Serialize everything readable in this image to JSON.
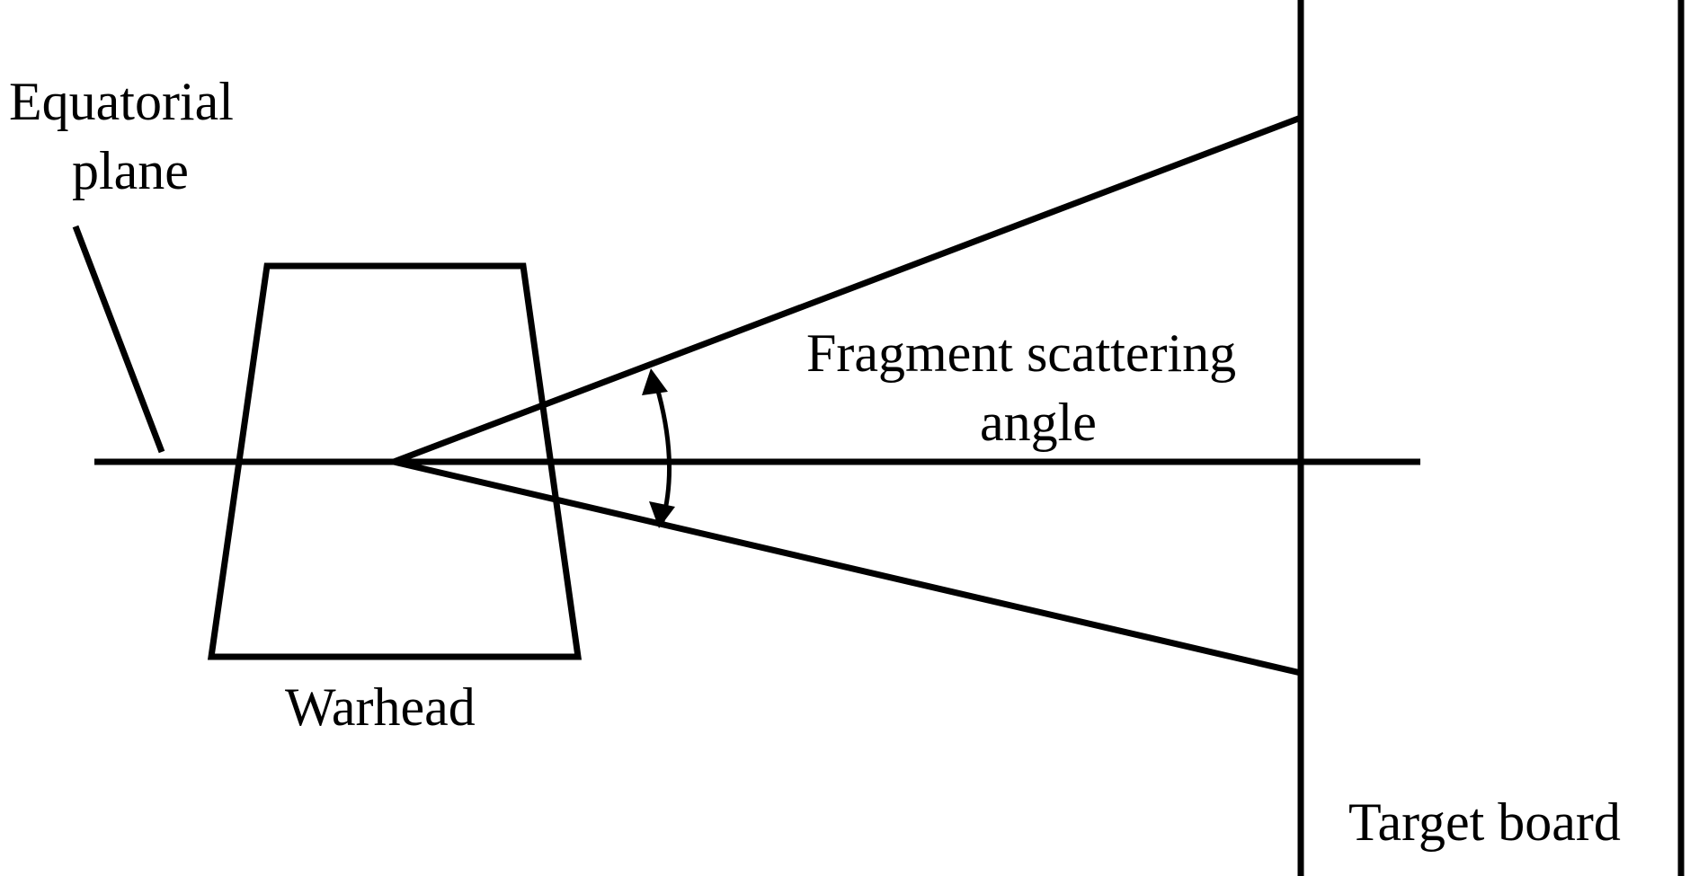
{
  "labels": {
    "equatorial_plane": [
      "Equatorial",
      "plane"
    ],
    "fragment_scattering_angle": [
      "Fragment scattering",
      "angle"
    ],
    "warhead": "Warhead",
    "target_board": "Target board"
  },
  "colors": {
    "ink": "#000000",
    "background": "#ffffff"
  }
}
